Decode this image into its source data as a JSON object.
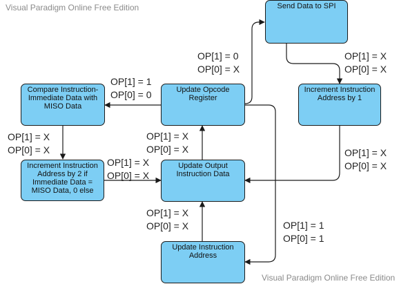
{
  "watermarks": {
    "top": "Visual Paradigm Online Free Edition",
    "bottom": "Visual Paradigm Online Free Edition"
  },
  "nodes": {
    "send_spi": "Send Data to SPI",
    "update_opcode": "Update Opcode\nRegister",
    "compare": "Compare Instruction-\nImmediate Data with\nMISO Data",
    "inc_by_1": "Increment Instruction\nAddress by 1",
    "inc_by_2": "Increment Instruction\nAddress by 2 if\nImmediate Data =\nMISO Data, 0 else",
    "update_output": "Update Output\nInstruction Data",
    "update_addr": "Update Instruction\nAddress"
  },
  "labels": {
    "to_spi": [
      "OP[1] = 0",
      "OP[0] = X"
    ],
    "to_compare": [
      "OP[1] = 1",
      "OP[0] = 0"
    ],
    "spi_to_inc1": [
      "OP[1] = X",
      "OP[0] = X"
    ],
    "compare_to_inc2": [
      "OP[1] = X",
      "OP[0] = X"
    ],
    "output_to_opcode": [
      "OP[1] = X",
      "OP[0] = X"
    ],
    "inc2_to_output": [
      "OP[1] = X",
      "OP[0] = X"
    ],
    "inc1_to_output": [
      "OP[1] = X",
      "OP[0] = X"
    ],
    "addr_to_output": [
      "OP[1] = X",
      "OP[0] = X"
    ],
    "opcode_to_addr": [
      "OP[1] = 1",
      "OP[0] = 1"
    ]
  }
}
